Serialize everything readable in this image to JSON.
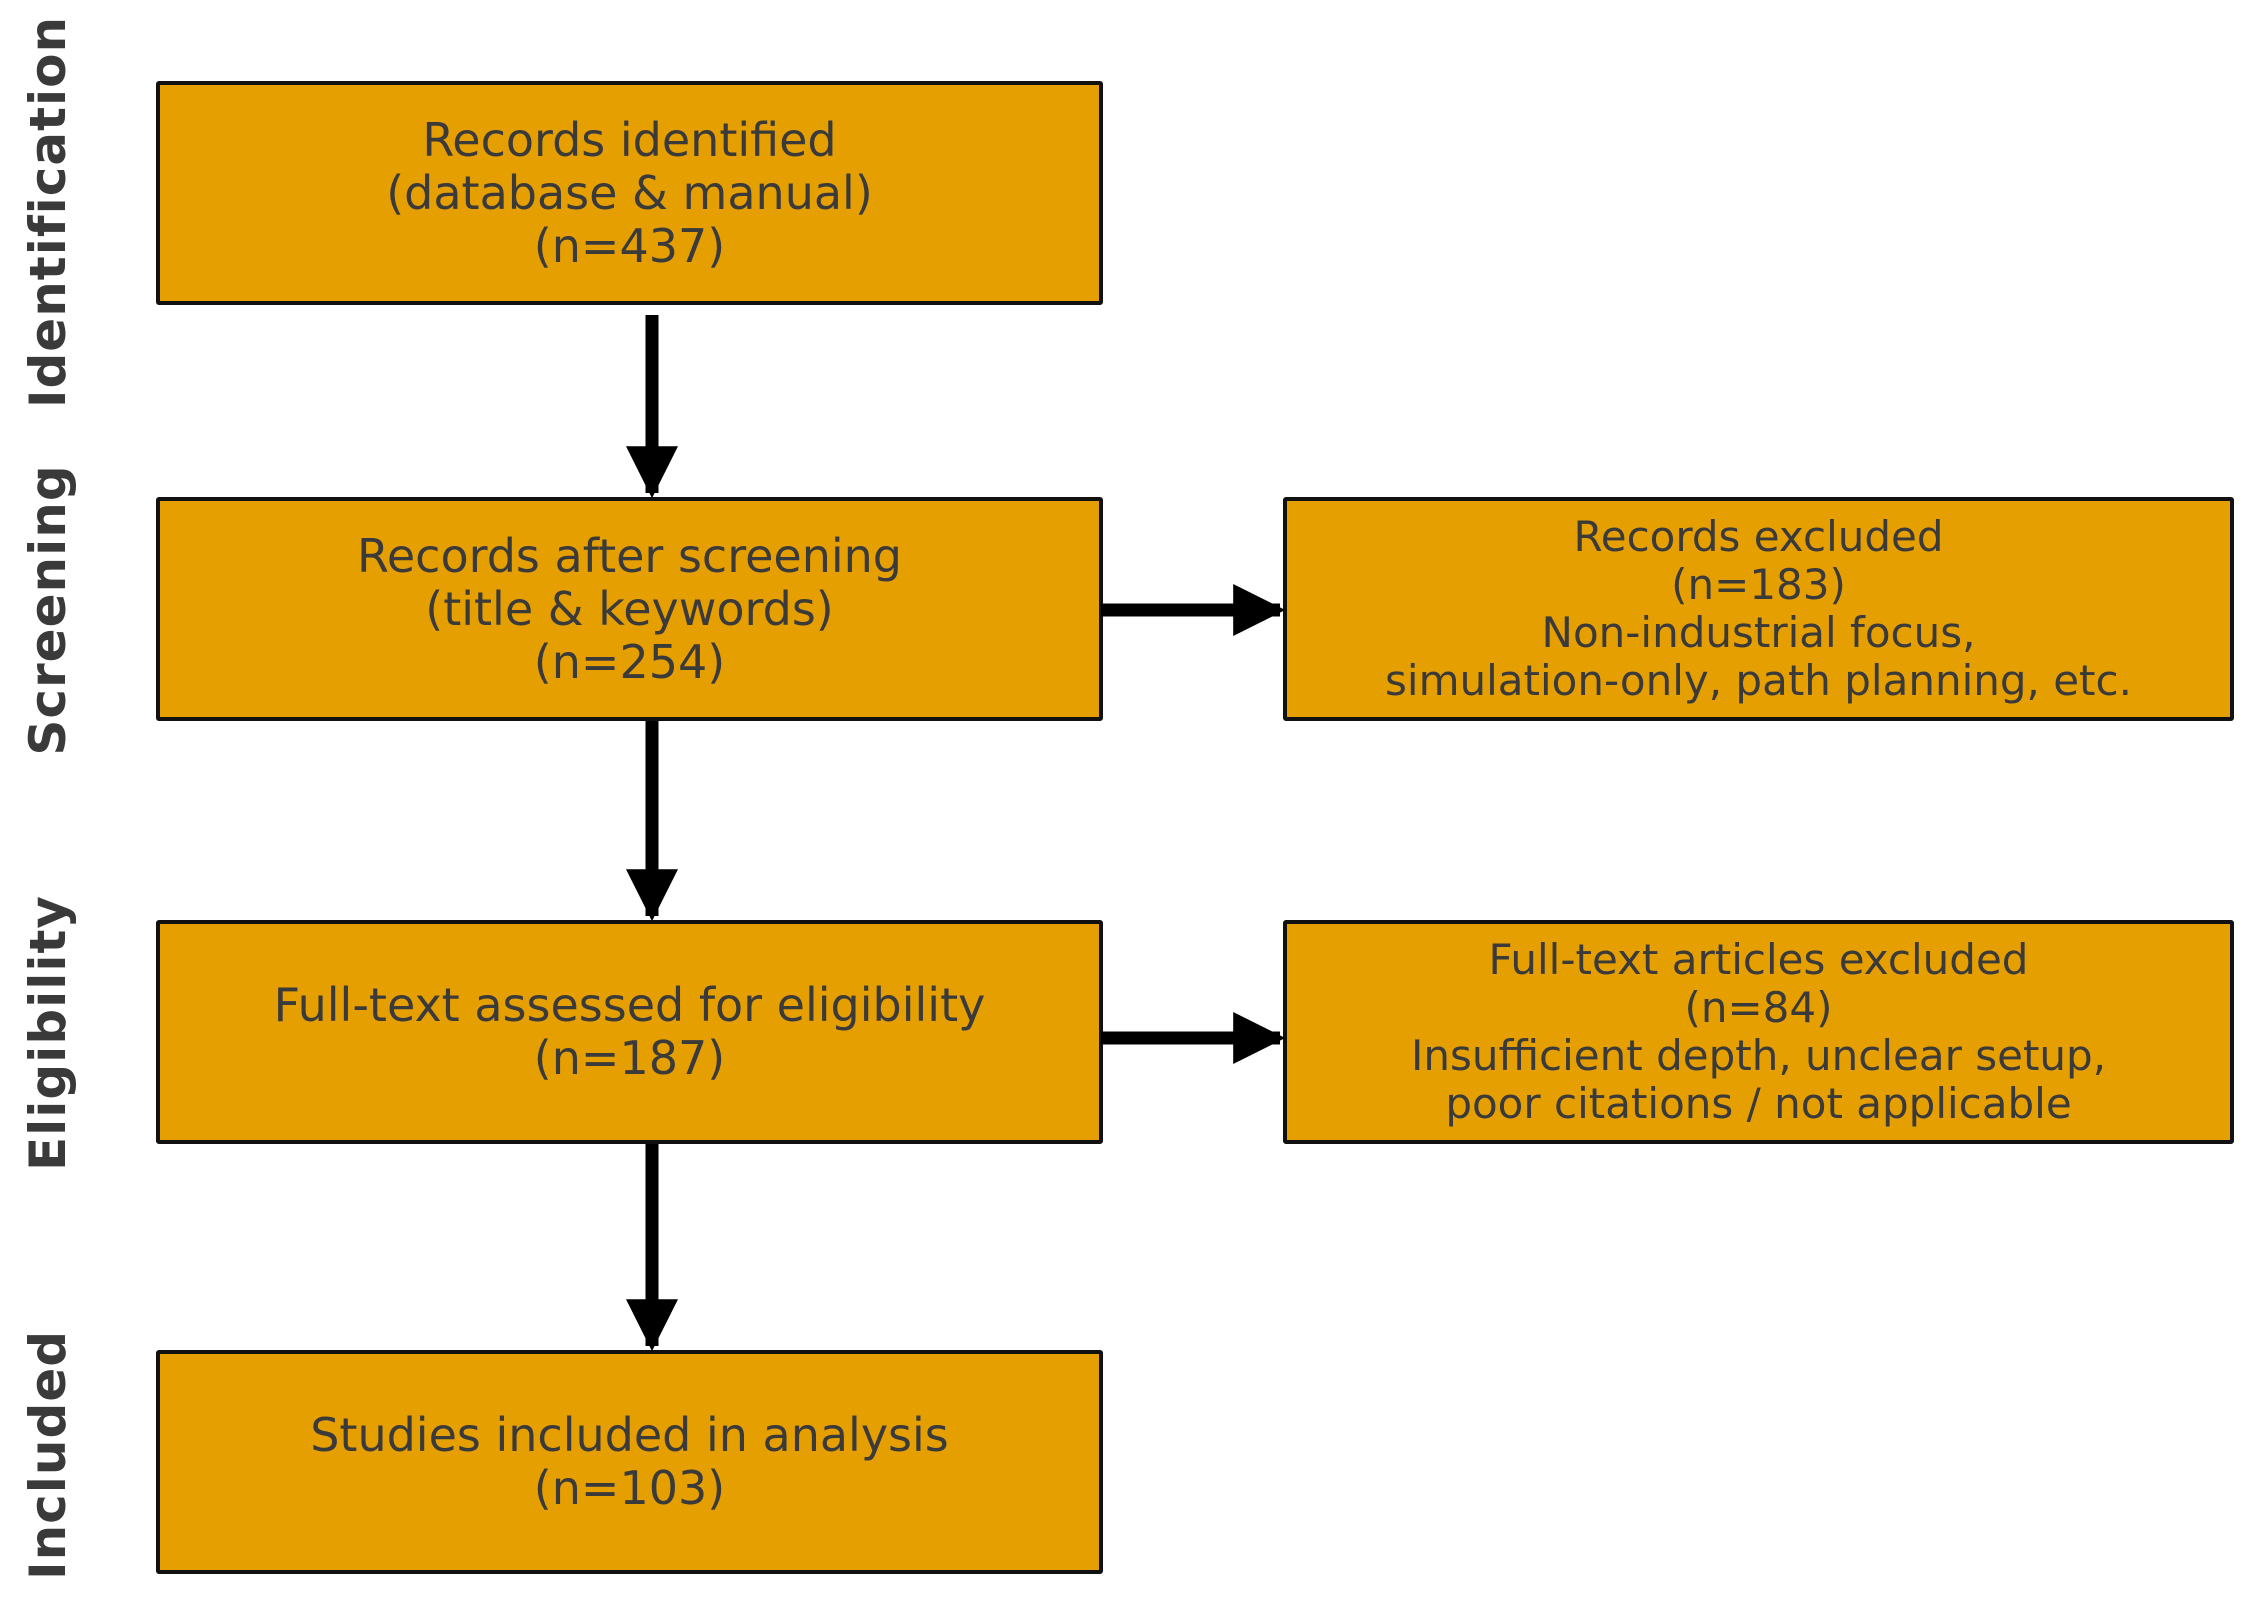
{
  "stages": {
    "identification": "Identification",
    "screening": "Screening",
    "eligibility": "Eligibility",
    "included": "Included"
  },
  "boxes": {
    "identified": {
      "lines": [
        "Records identified",
        "(database & manual)",
        "(n=437)"
      ]
    },
    "after_screening": {
      "lines": [
        "Records after screening",
        "(title & keywords)",
        "(n=254)"
      ]
    },
    "records_excluded": {
      "lines": [
        "Records excluded",
        "(n=183)",
        "Non-industrial focus,",
        "simulation-only, path planning, etc."
      ]
    },
    "full_text_assessed": {
      "lines": [
        "Full-text assessed for eligibility",
        "(n=187)"
      ]
    },
    "full_text_excluded": {
      "lines": [
        "Full-text articles excluded",
        "(n=84)",
        "Insufficient depth, unclear setup,",
        "poor citations / not applicable"
      ]
    },
    "included": {
      "lines": [
        "Studies included in analysis",
        "(n=103)"
      ]
    }
  },
  "colors": {
    "box_fill": "#E69F00",
    "border": "#111111",
    "text": "#3a3a3a",
    "arrow": "#000000"
  }
}
